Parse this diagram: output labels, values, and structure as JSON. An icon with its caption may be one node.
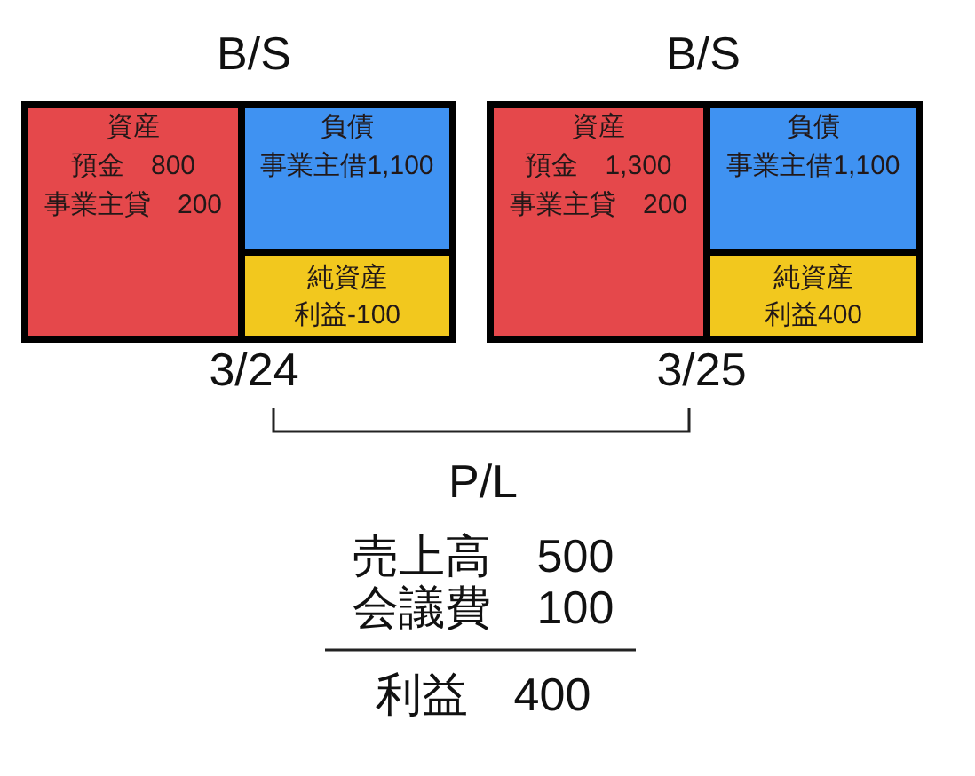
{
  "diagram": {
    "nodes": [
      {
        "text": [
          "B/S"
        ],
        "beside": [
          "3/24"
        ]
      },
      {
        "text": [
          "資産",
          "預金　800",
          "事業主貸　200"
        ],
        "in": 0
      },
      {
        "text": [
          "負債",
          "事業主借1,100"
        ],
        "in": 0
      },
      {
        "text": [
          "純資産",
          "利益-100"
        ],
        "in": 0
      },
      {
        "text": [
          "B/S"
        ],
        "beside": [
          "3/25"
        ]
      },
      {
        "text": [
          "資産",
          "預金　1,300",
          "事業主貸　200"
        ],
        "in": 4
      },
      {
        "text": [
          "負債",
          "事業主借1,100"
        ],
        "in": 4
      },
      {
        "text": [
          "純資産",
          "利益400"
        ],
        "in": 4
      }
    ],
    "labels": [
      "P/L",
      "売上高　500",
      "会議費　100",
      "利益　400"
    ]
  }
}
